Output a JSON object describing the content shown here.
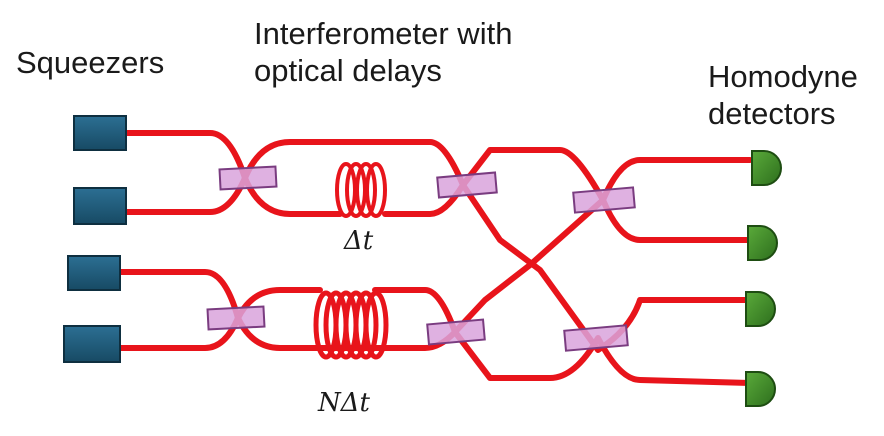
{
  "labels": {
    "squeezers": "Squeezers",
    "interferometer_line1": "Interferometer with",
    "interferometer_line2": "optical delays",
    "homodyne_line1": "Homodyne",
    "homodyne_line2": "detectors",
    "delay_short": "Δt",
    "delay_long": "NΔt"
  },
  "colors": {
    "waveguide": "#e8141b",
    "squeezer_fill": "#1f5a78",
    "beamsplitter_fill": "#d9a3dc",
    "detector_fill": "#3f8f2a"
  },
  "icons": {
    "squeezer": "squeezer-icon",
    "beamsplitter": "beamsplitter-icon",
    "detector": "detector-icon",
    "delay_coil": "delay-coil-icon"
  }
}
